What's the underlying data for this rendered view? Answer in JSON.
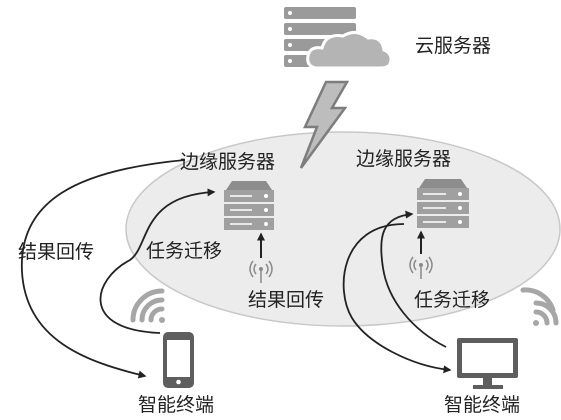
{
  "labels": {
    "cloud_server": "云服务器",
    "edge_server_left": "边缘服务器",
    "edge_server_right": "边缘服务器",
    "result_return_left": "结果回传",
    "task_migration_left": "任务迁移",
    "result_return_center": "结果回传",
    "task_migration_right": "任务迁移",
    "terminal_left": "智能终端",
    "terminal_right": "智能终端"
  },
  "colors": {
    "ellipse_fill": "#ececec",
    "ellipse_stroke": "#c8c8c8",
    "device_fill": "#909090",
    "line": "#222222",
    "lightning_fill": "#bdbdbd",
    "lightning_stroke": "#7d7d7d"
  },
  "icons": {
    "cloud": "cloud-server-icon",
    "server": "rack-server-icon",
    "phone": "smartphone-icon",
    "monitor": "monitor-icon",
    "wifi": "wifi-signal-icon",
    "antenna": "antenna-icon",
    "lightning": "lightning-bolt-icon"
  }
}
